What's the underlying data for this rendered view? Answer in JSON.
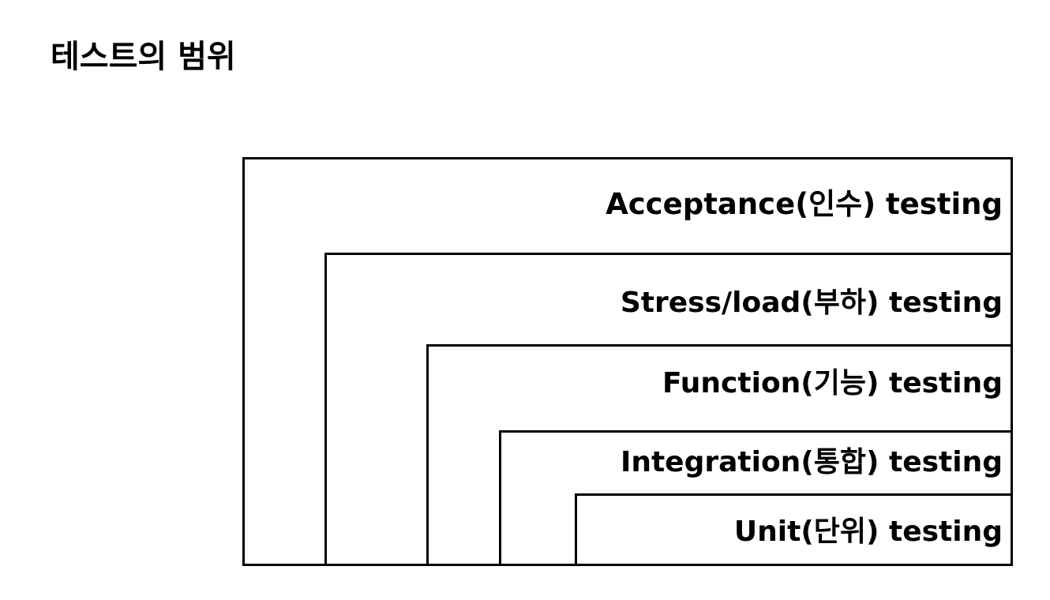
{
  "title": "테스트의 범위",
  "levels": [
    {
      "label": "Acceptance(인수) testing"
    },
    {
      "label": "Stress/load(부하) testing"
    },
    {
      "label": "Function(기능) testing"
    },
    {
      "label": "Integration(통합) testing"
    },
    {
      "label": "Unit(단위) testing"
    }
  ],
  "colors": {
    "background": "#ffffff",
    "line": "#000000",
    "text": "#000000"
  }
}
